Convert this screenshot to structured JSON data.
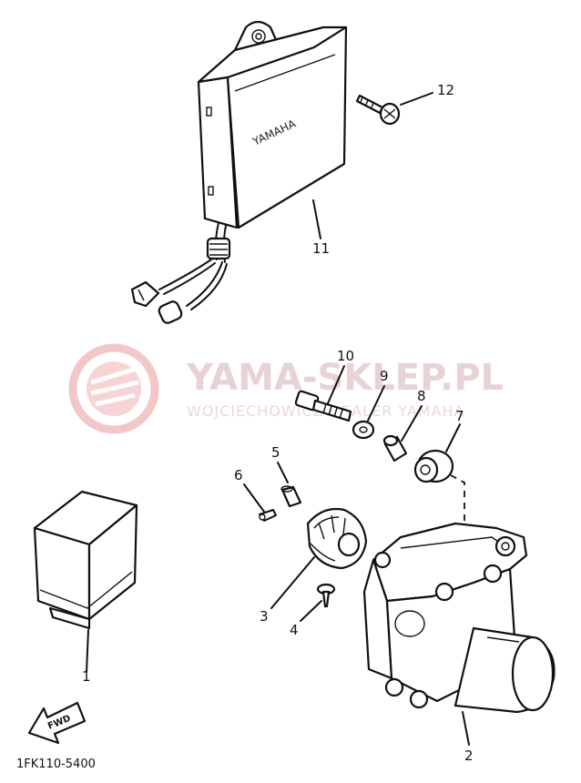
{
  "watermark": {
    "title": "YAMA-SKLEP.PL",
    "subtitle": "WOJCIECHOWICZ DEALER YAMAHA"
  },
  "diagram_code": "1FK110-5400",
  "unit_brand": "YAMAHA",
  "fwd_label": "FWD",
  "callouts": {
    "c1": "1",
    "c2": "2",
    "c3": "3",
    "c4": "4",
    "c5": "5",
    "c6": "6",
    "c7": "7",
    "c8": "8",
    "c9": "9",
    "c10": "10",
    "c11": "11",
    "c12": "12"
  }
}
